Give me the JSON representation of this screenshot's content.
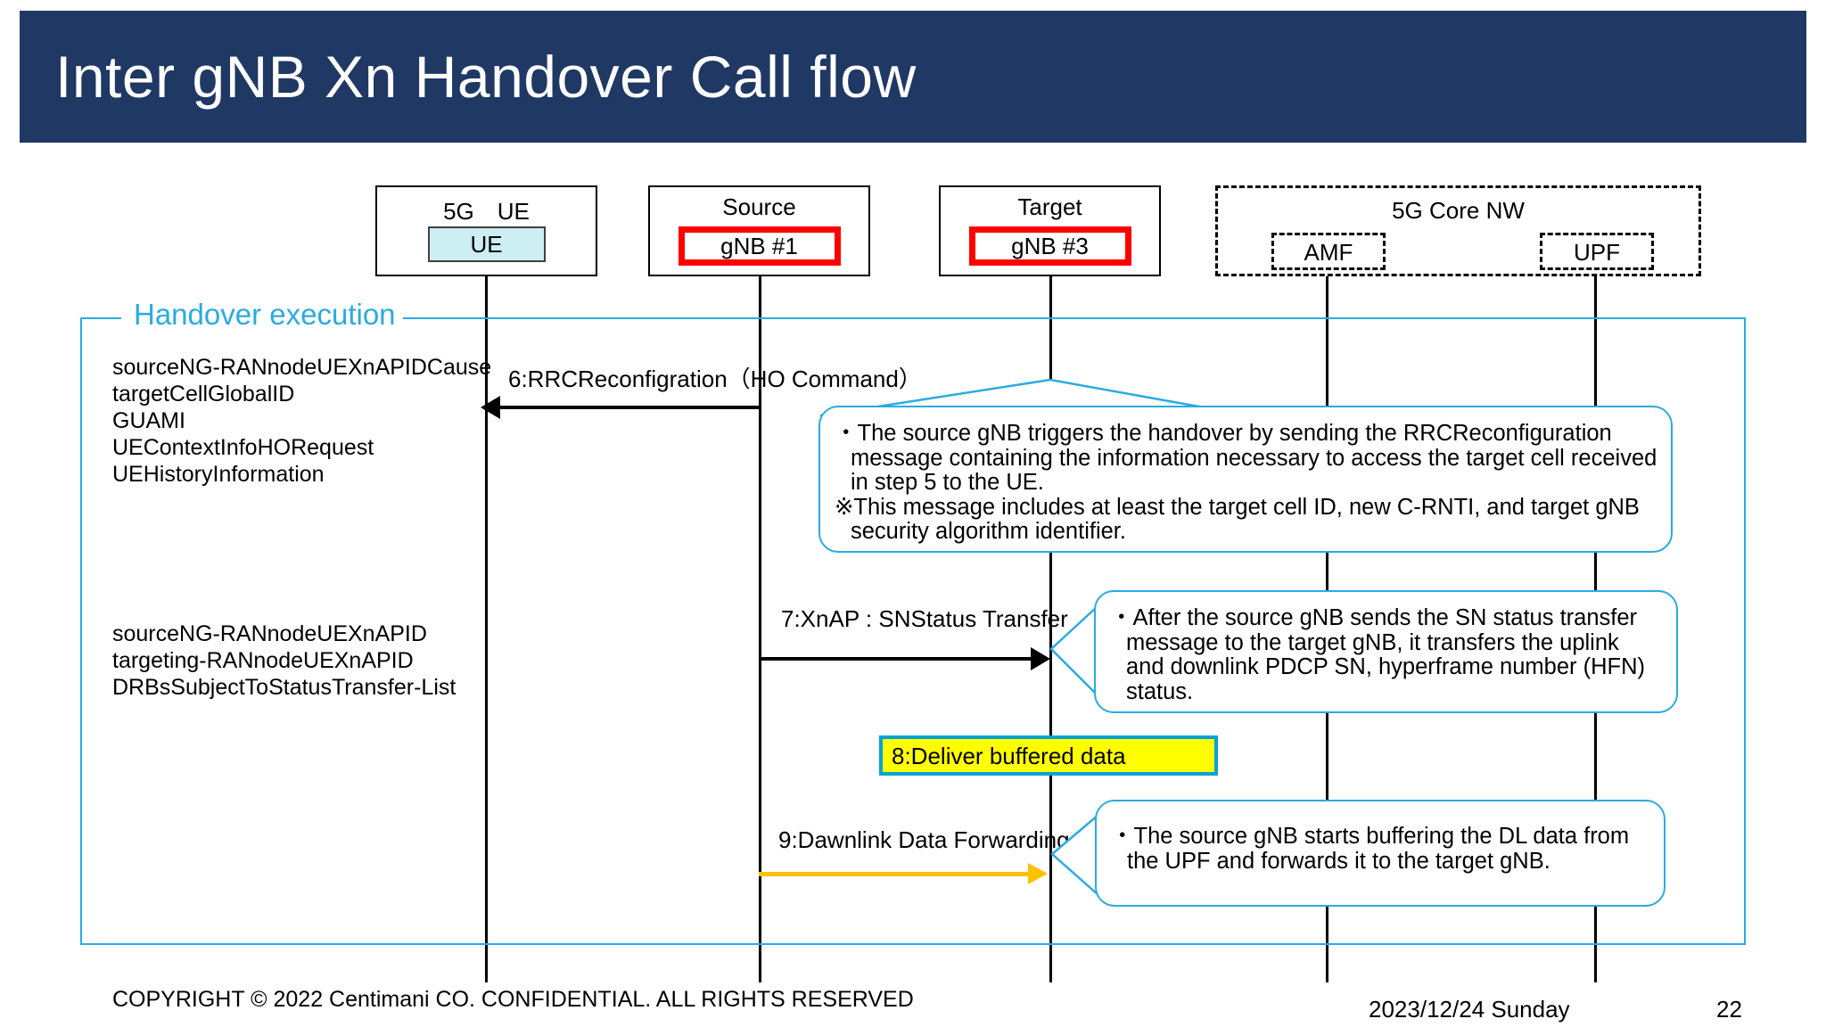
{
  "slide": {
    "title": "Inter gNB Xn Handover Call flow",
    "page_number": "22",
    "date": "2023/12/24 Sunday",
    "copyright": "COPYRIGHT © 2022 Centimani CO. CONFIDENTIAL. ALL RIGHTS RESERVED",
    "accent_color": "#29ABE2",
    "title_bar_color": "#1f3864",
    "highlight_color": "#ffff00",
    "forwarding_arrow_color": "#FFC000",
    "node_highlight_border": "#ff0000",
    "ue_fill": "#cdeef2"
  },
  "participants": [
    {
      "title": "5G　UE",
      "inner": "UE",
      "style": "ue"
    },
    {
      "title": "Source",
      "inner": "gNB #1",
      "style": "gnb"
    },
    {
      "title": "Target",
      "inner": "gNB #3",
      "style": "gnb"
    }
  ],
  "core_network": {
    "title": "5G Core NW",
    "nodes": [
      {
        "label": "AMF"
      },
      {
        "label": "UPF"
      }
    ]
  },
  "phase": {
    "label": "Handover execution"
  },
  "param_blocks": [
    {
      "lines": [
        "sourceNG-RANnodeUEXnAPIDCause",
        "targetCellGlobalID",
        "GUAMI",
        "UEContextInfoHORequest",
        "UEHistoryInformation"
      ]
    },
    {
      "lines": [
        "sourceNG-RANnodeUEXnAPID",
        "targeting-RANnodeUEXnAPID",
        "DRBsSubjectToStatusTransfer-List"
      ]
    }
  ],
  "messages": [
    {
      "label": "6:RRCReconfigration（HO Command）",
      "direction": "left",
      "color": "black"
    },
    {
      "label": "7:XnAP : SNStatus Transfer",
      "direction": "right",
      "color": "black"
    },
    {
      "label": "9:Dawnlink Data Forwarding",
      "direction": "right",
      "color": "orange"
    }
  ],
  "highlight_step": {
    "label": "8:Deliver buffered data"
  },
  "callouts": [
    {
      "lines": [
        "・The source gNB triggers the handover by sending the RRCReconfiguration",
        "message containing the information necessary to access the target cell received",
        "in step 5 to the UE.",
        "※This message includes at least the target cell ID, new C-RNTI, and target gNB",
        "security algorithm identifier."
      ],
      "indents": [
        false,
        true,
        true,
        false,
        true
      ]
    },
    {
      "lines": [
        "・After the source gNB sends the SN status transfer",
        "message to the target gNB, it transfers the uplink",
        "and downlink PDCP SN, hyperframe number (HFN)",
        "status."
      ],
      "indents": [
        false,
        true,
        true,
        true
      ]
    },
    {
      "lines": [
        "・The source gNB starts buffering the DL data from",
        "the UPF and forwards it to the target gNB."
      ],
      "indents": [
        false,
        true
      ]
    }
  ]
}
